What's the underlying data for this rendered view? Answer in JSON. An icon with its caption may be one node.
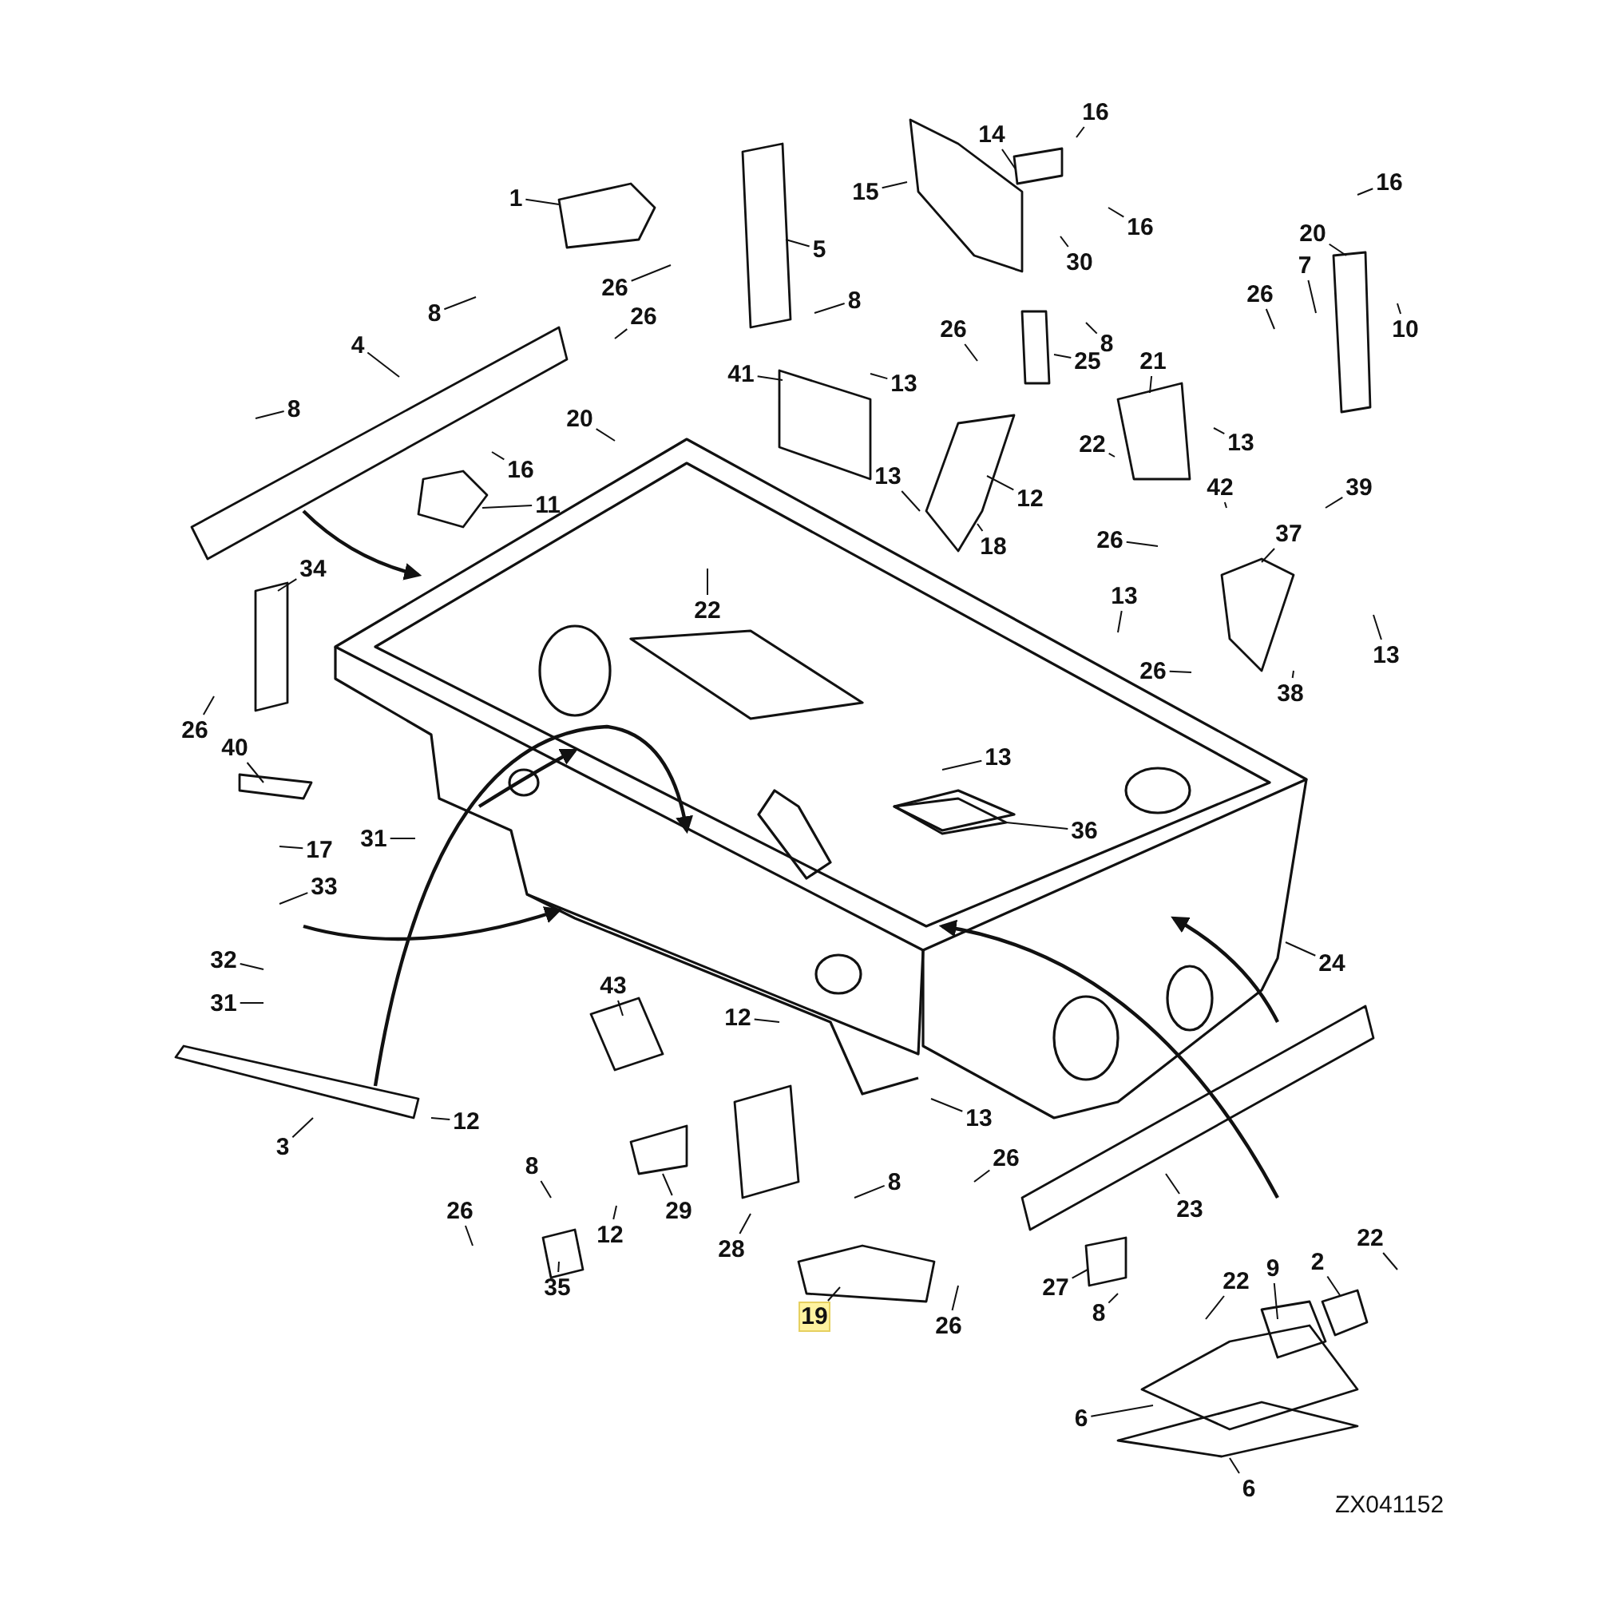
{
  "diagram": {
    "nodes": [
      {
        "text": [
          "16"
        ]
      },
      {
        "text": [
          "14"
        ]
      },
      {
        "text": [
          "1"
        ]
      },
      {
        "text": [
          "15"
        ]
      },
      {
        "text": [
          "16"
        ]
      },
      {
        "text": [
          "16"
        ]
      },
      {
        "text": [
          "20"
        ]
      },
      {
        "text": [
          "5"
        ]
      },
      {
        "text": [
          "30"
        ]
      },
      {
        "text": [
          "7"
        ]
      },
      {
        "text": [
          "26"
        ]
      },
      {
        "text": [
          "26"
        ]
      },
      {
        "text": [
          "8"
        ]
      },
      {
        "text": [
          "8"
        ]
      },
      {
        "text": [
          "26"
        ]
      },
      {
        "text": [
          "26"
        ]
      },
      {
        "text": [
          "10"
        ]
      },
      {
        "text": [
          "8"
        ]
      },
      {
        "text": [
          "4"
        ]
      },
      {
        "text": [
          "25"
        ]
      },
      {
        "text": [
          "21"
        ]
      },
      {
        "text": [
          "41"
        ]
      },
      {
        "text": [
          "13"
        ]
      },
      {
        "text": [
          "8"
        ]
      },
      {
        "text": [
          "20"
        ]
      },
      {
        "text": [
          "22"
        ]
      },
      {
        "text": [
          "13"
        ]
      },
      {
        "text": [
          "16"
        ]
      },
      {
        "text": [
          "13"
        ]
      },
      {
        "text": [
          "12"
        ]
      },
      {
        "text": [
          "42"
        ]
      },
      {
        "text": [
          "39"
        ]
      },
      {
        "text": [
          "11"
        ]
      },
      {
        "text": [
          "37"
        ]
      },
      {
        "text": [
          "26"
        ]
      },
      {
        "text": [
          "18"
        ]
      },
      {
        "text": [
          "34"
        ]
      },
      {
        "text": [
          "22"
        ]
      },
      {
        "text": [
          "13"
        ]
      },
      {
        "text": [
          "13"
        ]
      },
      {
        "text": [
          "26"
        ]
      },
      {
        "text": [
          "38"
        ]
      },
      {
        "text": [
          "26"
        ]
      },
      {
        "text": [
          "40"
        ]
      },
      {
        "text": [
          "13"
        ]
      },
      {
        "text": [
          "36"
        ]
      },
      {
        "text": [
          "31"
        ]
      },
      {
        "text": [
          "17"
        ]
      },
      {
        "text": [
          "33"
        ]
      },
      {
        "text": [
          "32"
        ]
      },
      {
        "text": [
          "24"
        ]
      },
      {
        "text": [
          "43"
        ]
      },
      {
        "text": [
          "31"
        ]
      },
      {
        "text": [
          "12"
        ]
      },
      {
        "text": [
          "13"
        ]
      },
      {
        "text": [
          "12"
        ]
      },
      {
        "text": [
          "3"
        ]
      },
      {
        "text": [
          "26"
        ]
      },
      {
        "text": [
          "8"
        ]
      },
      {
        "text": [
          "8"
        ]
      },
      {
        "text": [
          "23"
        ]
      },
      {
        "text": [
          "26"
        ]
      },
      {
        "text": [
          "29"
        ]
      },
      {
        "text": [
          "22"
        ]
      },
      {
        "text": [
          "12"
        ]
      },
      {
        "text": [
          "28"
        ]
      },
      {
        "text": [
          "2"
        ]
      },
      {
        "text": [
          "9"
        ]
      },
      {
        "text": [
          "22"
        ]
      },
      {
        "text": [
          "27"
        ]
      },
      {
        "text": [
          "35"
        ]
      },
      {
        "text": [
          "26"
        ]
      },
      {
        "text": [
          "8"
        ]
      },
      {
        "text": [
          "19"
        ]
      },
      {
        "text": [
          "6"
        ]
      },
      {
        "text": [
          "6"
        ]
      }
    ],
    "edges": [
      {
        "from": 0,
        "to": null,
        "arrow": "none"
      },
      {
        "from": 1,
        "to": null,
        "arrow": "none"
      },
      {
        "from": 2,
        "to": null,
        "arrow": "none"
      },
      {
        "from": 3,
        "to": null,
        "arrow": "none"
      },
      {
        "from": 4,
        "to": null,
        "arrow": "none"
      },
      {
        "from": 5,
        "to": null,
        "arrow": "none"
      },
      {
        "from": 6,
        "to": null,
        "arrow": "none"
      },
      {
        "from": 7,
        "to": null,
        "arrow": "none"
      },
      {
        "from": 8,
        "to": null,
        "arrow": "none"
      },
      {
        "from": 9,
        "to": null,
        "arrow": "none"
      },
      {
        "from": 10,
        "to": null,
        "arrow": "none"
      },
      {
        "from": 11,
        "to": null,
        "arrow": "none"
      },
      {
        "from": 12,
        "to": null,
        "arrow": "none"
      },
      {
        "from": 13,
        "to": null,
        "arrow": "none"
      },
      {
        "from": 14,
        "to": null,
        "arrow": "none"
      },
      {
        "from": 15,
        "to": null,
        "arrow": "none"
      },
      {
        "from": 16,
        "to": null,
        "arrow": "none"
      },
      {
        "from": 17,
        "to": null,
        "arrow": "none"
      },
      {
        "from": 18,
        "to": null,
        "arrow": "none"
      },
      {
        "from": 19,
        "to": null,
        "arrow": "none"
      },
      {
        "from": 20,
        "to": null,
        "arrow": "none"
      },
      {
        "from": 21,
        "to": null,
        "arrow": "none"
      },
      {
        "from": 22,
        "to": null,
        "arrow": "none"
      },
      {
        "from": 23,
        "to": null,
        "arrow": "none"
      },
      {
        "from": 24,
        "to": null,
        "arrow": "none"
      },
      {
        "from": 25,
        "to": null,
        "arrow": "none"
      },
      {
        "from": 26,
        "to": null,
        "arrow": "none"
      },
      {
        "from": 27,
        "to": null,
        "arrow": "none"
      },
      {
        "from": 28,
        "to": null,
        "arrow": "none"
      },
      {
        "from": 29,
        "to": null,
        "arrow": "none"
      },
      {
        "from": 30,
        "to": null,
        "arrow": "none"
      },
      {
        "from": 31,
        "to": null,
        "arrow": "none"
      },
      {
        "from": 32,
        "to": null,
        "arrow": "none"
      },
      {
        "from": 33,
        "to": null,
        "arrow": "none"
      },
      {
        "from": 34,
        "to": null,
        "arrow": "none"
      },
      {
        "from": 35,
        "to": null,
        "arrow": "none"
      },
      {
        "from": 36,
        "to": null,
        "arrow": "none"
      },
      {
        "from": 37,
        "to": null,
        "arrow": "none"
      },
      {
        "from": 38,
        "to": null,
        "arrow": "none"
      },
      {
        "from": 39,
        "to": null,
        "arrow": "none"
      },
      {
        "from": 40,
        "to": null,
        "arrow": "none"
      },
      {
        "from": 41,
        "to": null,
        "arrow": "none"
      },
      {
        "from": 42,
        "to": null,
        "arrow": "none"
      },
      {
        "from": 43,
        "to": null,
        "arrow": "none"
      },
      {
        "from": 44,
        "to": null,
        "arrow": "none"
      },
      {
        "from": 45,
        "to": null,
        "arrow": "none"
      },
      {
        "from": 46,
        "to": null,
        "arrow": "none"
      },
      {
        "from": 47,
        "to": null,
        "arrow": "none"
      },
      {
        "from": 48,
        "to": null,
        "arrow": "none"
      },
      {
        "from": 49,
        "to": null,
        "arrow": "none"
      },
      {
        "from": 50,
        "to": null,
        "arrow": "none"
      },
      {
        "from": 51,
        "to": null,
        "arrow": "none"
      },
      {
        "from": 52,
        "to": null,
        "arrow": "none"
      },
      {
        "from": 53,
        "to": null,
        "arrow": "none"
      },
      {
        "from": 54,
        "to": null,
        "arrow": "none"
      },
      {
        "from": 55,
        "to": null,
        "arrow": "none"
      },
      {
        "from": 56,
        "to": null,
        "arrow": "none"
      },
      {
        "from": 57,
        "to": null,
        "arrow": "none"
      },
      {
        "from": 58,
        "to": null,
        "arrow": "none"
      },
      {
        "from": 59,
        "to": null,
        "arrow": "none"
      },
      {
        "from": 60,
        "to": null,
        "arrow": "none"
      },
      {
        "from": 61,
        "to": null,
        "arrow": "none"
      },
      {
        "from": 62,
        "to": null,
        "arrow": "none"
      },
      {
        "from": 63,
        "to": null,
        "arrow": "none"
      },
      {
        "from": 64,
        "to": null,
        "arrow": "none"
      },
      {
        "from": 65,
        "to": null,
        "arrow": "none"
      },
      {
        "from": 66,
        "to": null,
        "arrow": "none"
      },
      {
        "from": 67,
        "to": null,
        "arrow": "none"
      },
      {
        "from": 68,
        "to": null,
        "arrow": "none"
      },
      {
        "from": 69,
        "to": null,
        "arrow": "none"
      },
      {
        "from": 70,
        "to": null,
        "arrow": "none"
      },
      {
        "from": 71,
        "to": null,
        "arrow": "none"
      },
      {
        "from": 72,
        "to": null,
        "arrow": "none"
      },
      {
        "from": 73,
        "to": null,
        "arrow": "none"
      },
      {
        "from": 74,
        "to": null,
        "arrow": "none"
      },
      {
        "from": 75,
        "to": null,
        "arrow": "none"
      }
    ],
    "labels": [
      "ZX041152"
    ]
  }
}
